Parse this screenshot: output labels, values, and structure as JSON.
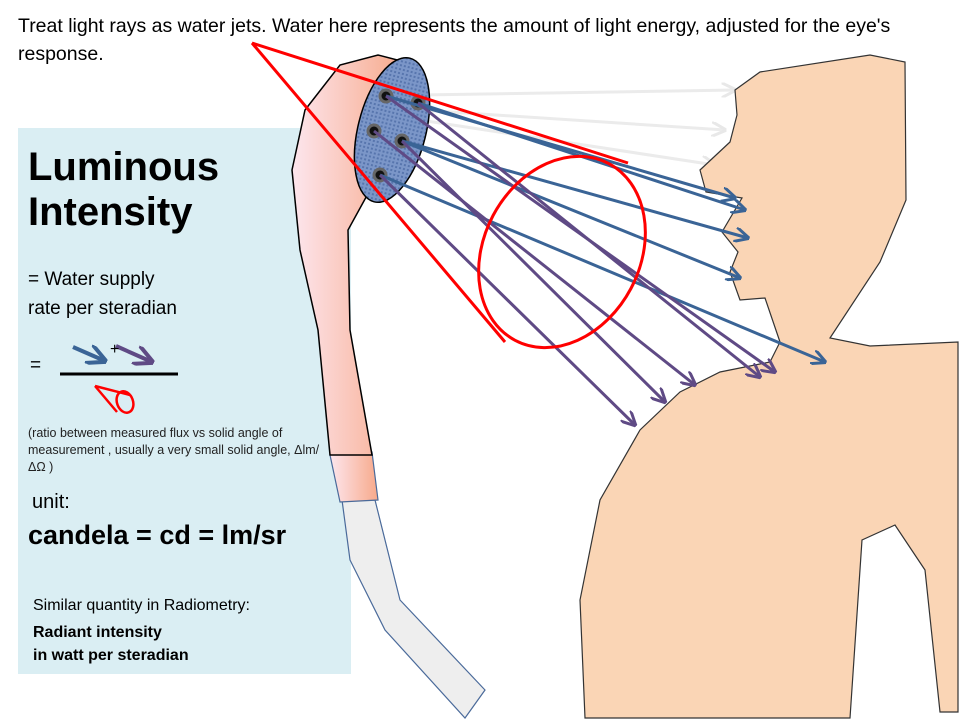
{
  "caption": "Treat light rays as water jets. Water here represents the amount of light energy, adjusted for the eye's response.",
  "panel": {
    "title_line1": "Luminous",
    "title_line2": "Intensity",
    "definition_line1": "= Water supply",
    "definition_line2": "rate per steradian",
    "equals": "=",
    "plus": "+",
    "note": "(ratio between measured flux vs solid angle of measurement , usually a very small solid angle, Δlm/ ΔΩ )",
    "unit_label": "unit:",
    "unit": "candela = cd = lm/sr",
    "similar": "Similar quantity in Radiometry:",
    "radiant_line1": "Radiant intensity",
    "radiant_line2": "in watt per steradian"
  },
  "colors": {
    "panel": "#daeef3",
    "blue_ray": "#3a6496",
    "purple_ray": "#5f4a85",
    "cone": "#ff0000",
    "skin": "#fad5b5"
  }
}
